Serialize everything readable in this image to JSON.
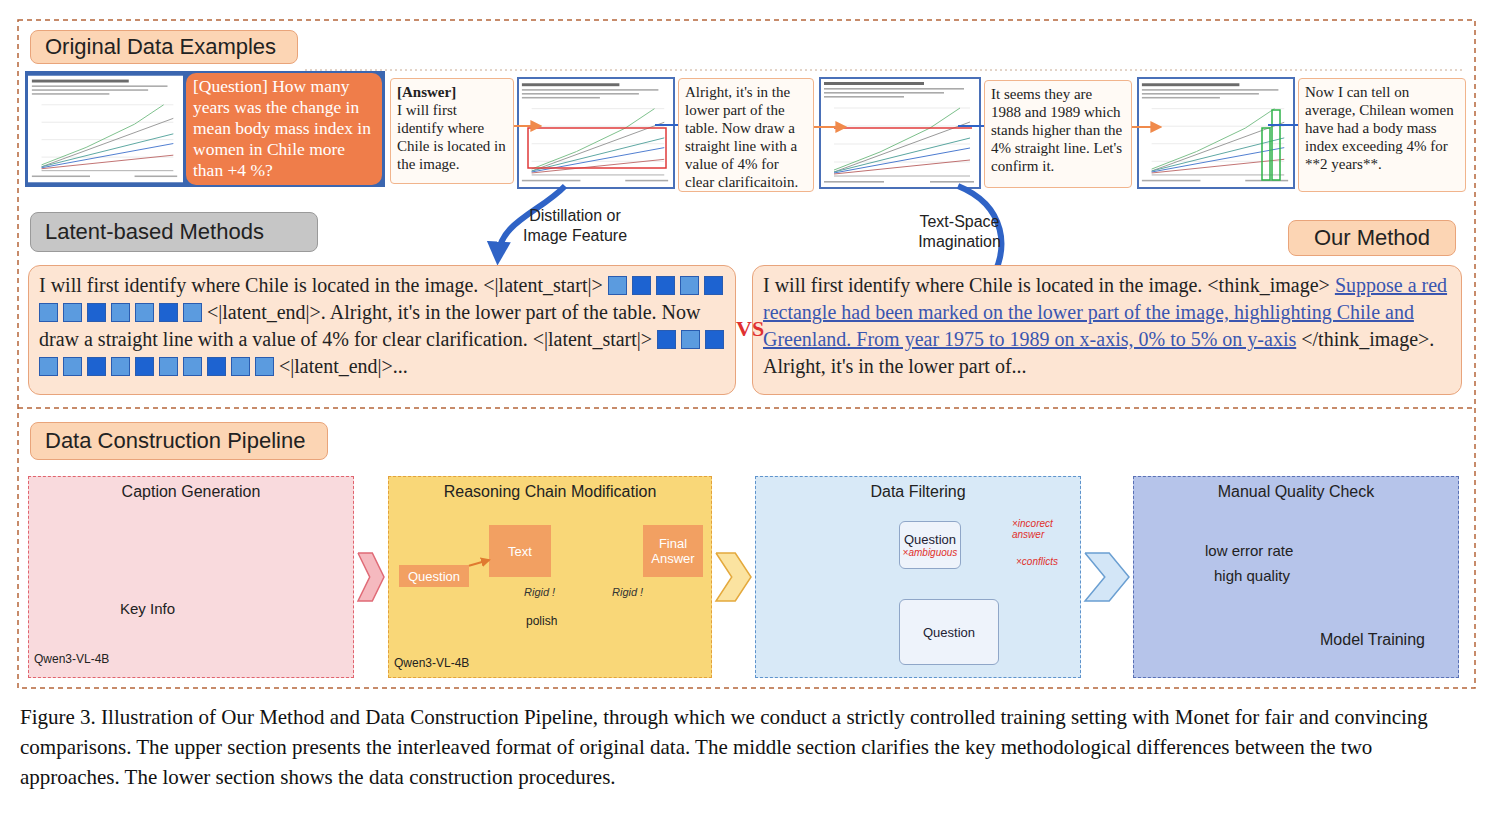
{
  "diagram": {
    "caption": "Figure 3. Illustration of Our Method and Data Construction Pipeline, through which we conduct a strictly controlled training setting with Monet for fair and convincing comparisons. The upper section presents the interleaved format of original data. The middle section clarifies the key methodological differences between the two approaches. The lower section shows the data construction procedures.",
    "nodes": [
      {
        "text": [
          "Original Data Examples"
        ]
      },
      {
        "text": [
          "[Question] How many years was the change in mean body mass index in women in Chile more than +4 %?"
        ]
      },
      {
        "text": [
          "[Answer]",
          "I will first identify where Chile is located in the image."
        ]
      },
      {
        "text": [
          "Alright, it's in the lower part of the table. Now draw a straight line with a value of 4% for clear clarificaitoin."
        ]
      },
      {
        "text": [
          "It seems they are 1988 and 1989 which stands higher than the 4% straight line. Let's confirm it."
        ]
      },
      {
        "text": [
          "Now I can tell on average, Chilean women have had a body mass index exceeding 4% for **2 years**."
        ]
      },
      {
        "text": [
          "Latent-based Methods"
        ]
      },
      {
        "text": [
          "Our Method"
        ]
      },
      {
        "text": [
          "I will first identify where Chile is located in the image. <|latent_start|>",
          "<|latent_end|>. Alright, it's in the lower part of the table. Now draw a straight line with a value of 4% for clear clarification. <|latent_start|>",
          "<|latent_end|>..."
        ]
      },
      {
        "text": [
          "I will first identify where Chile is located in the image. <think_image>",
          "Suppose a red rectangle had been marked on the lower part of the image, highlighting Chile and Greenland. From year 1975 to 1989 on x-axis, 0% to 5% on y-axis",
          "</think_image>. Alright, it's in the lower part of..."
        ]
      },
      {
        "text": [
          "Data Construction Pipeline"
        ]
      },
      {
        "text": [
          "Caption Generation"
        ]
      },
      {
        "text": [
          "Reasoning Chain Modification"
        ]
      },
      {
        "text": [
          "Question"
        ],
        "in": 12
      },
      {
        "text": [
          "Text"
        ],
        "in": 12
      },
      {
        "text": [
          "Final Answer"
        ],
        "in": 12
      },
      {
        "text": [
          "Data Filtering"
        ]
      },
      {
        "text": [
          "Question",
          "×ambiguous"
        ],
        "in": 16
      },
      {
        "text": [
          "Question"
        ],
        "in": 16
      },
      {
        "text": [
          "Manual Quality Check"
        ]
      }
    ],
    "edges": [
      {
        "from": 11,
        "to": 12,
        "arrow": "to"
      },
      {
        "from": 12,
        "to": 16,
        "arrow": "to"
      },
      {
        "from": 16,
        "to": 19,
        "arrow": "to"
      },
      {
        "from": 13,
        "to": 14,
        "arrow": "to"
      }
    ],
    "labels": [
      "Distillation or Image Feature",
      "Text-Space Imagination",
      "VS",
      "Key Info",
      "Qwen3-VL-4B",
      "Rigid !",
      "Rigid !",
      "polish",
      "Qwen3-VL-4B",
      "×incorect answer",
      "×conflicts",
      "low error rate",
      "high quality",
      "Model Training"
    ]
  }
}
